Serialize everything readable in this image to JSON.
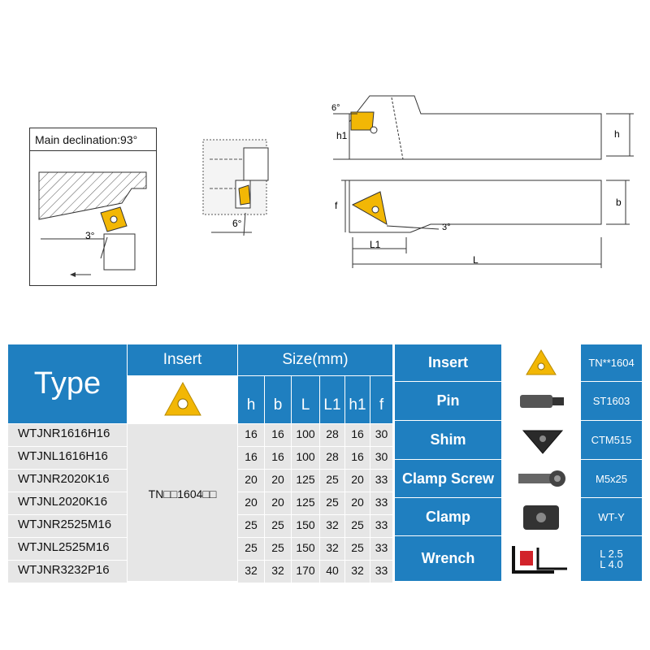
{
  "drawings": {
    "declination_title": "Main declination:93°",
    "angle_3": "3°",
    "angle_6": "6°",
    "dim_h": "h",
    "dim_h1": "h1",
    "dim_b": "b",
    "dim_f": "f",
    "dim_L": "L",
    "dim_L1": "L1"
  },
  "colors": {
    "header_blue": "#1f7fc0",
    "insert_yellow": "#f2b705",
    "row_gray": "#e6e6e6"
  },
  "table": {
    "type_label": "Type",
    "insert_label": "Insert",
    "size_label": "Size(mm)",
    "columns": [
      "h",
      "b",
      "L",
      "L1",
      "h1",
      "f"
    ],
    "insert_code": "TN□□1604□□",
    "rows": [
      {
        "model": "WTJNR1616H16",
        "values": [
          "16",
          "16",
          "100",
          "28",
          "16",
          "30"
        ]
      },
      {
        "model": "WTJNL1616H16",
        "values": [
          "16",
          "16",
          "100",
          "28",
          "16",
          "30"
        ]
      },
      {
        "model": "WTJNR2020K16",
        "values": [
          "20",
          "20",
          "125",
          "25",
          "20",
          "33"
        ]
      },
      {
        "model": "WTJNL2020K16",
        "values": [
          "20",
          "20",
          "125",
          "25",
          "20",
          "33"
        ]
      },
      {
        "model": "WTJNR2525M16",
        "values": [
          "25",
          "25",
          "150",
          "32",
          "25",
          "33"
        ]
      },
      {
        "model": "WTJNL2525M16",
        "values": [
          "25",
          "25",
          "150",
          "32",
          "25",
          "33"
        ]
      },
      {
        "model": "WTJNR3232P16",
        "values": [
          "32",
          "32",
          "170",
          "40",
          "32",
          "33"
        ]
      }
    ]
  },
  "parts": [
    {
      "name": "Insert",
      "icon": "insert-icon",
      "code": "TN**1604"
    },
    {
      "name": "Pin",
      "icon": "pin-icon",
      "code": "ST1603"
    },
    {
      "name": "Shim",
      "icon": "shim-icon",
      "code": "CTM515"
    },
    {
      "name": "Clamp Screw",
      "icon": "screw-icon",
      "code": "M5x25"
    },
    {
      "name": "Clamp",
      "icon": "clamp-icon",
      "code": "WT-Y"
    },
    {
      "name": "Wrench",
      "icon": "wrench-icon",
      "code": "L 2.5\nL 4.0"
    }
  ]
}
